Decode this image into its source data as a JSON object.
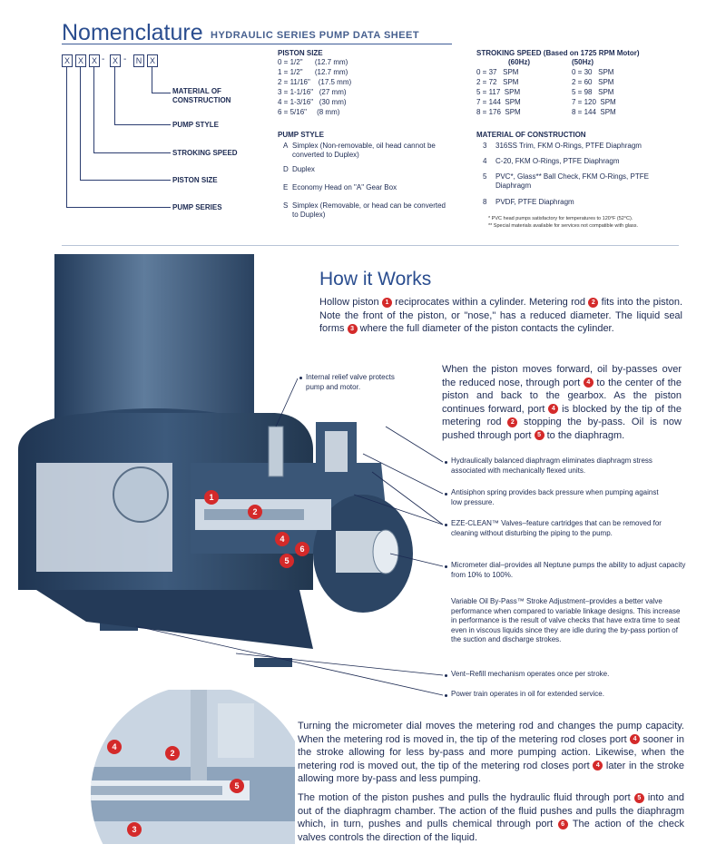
{
  "header": {
    "title": "Nomenclature",
    "subtitle": "HYDRAULIC SERIES PUMP DATA SHEET"
  },
  "nomenclature": {
    "boxes": [
      "X",
      "X",
      "X",
      "X",
      "N",
      "X"
    ],
    "labels": [
      "MATERIAL OF CONSTRUCTION",
      "PUMP STYLE",
      "STROKING SPEED",
      "PISTON SIZE",
      "PUMP SERIES"
    ]
  },
  "piston_size": {
    "heading": "PISTON SIZE",
    "rows": [
      "0 = 1/2\"      (12.7 mm)",
      "1 = 1/2\"      (12.7 mm)",
      "2 = 11/16\"    (17.5 mm)",
      "3 = 1-1/16\"   (27 mm)",
      "4 = 1-3/16\"   (30 mm)",
      "6 = 5/16\"     (8 mm)"
    ]
  },
  "pump_style": {
    "heading": "PUMP STYLE",
    "rows": [
      {
        "code": "A",
        "text": "Simplex (Non-removable, oil head cannot be converted to Duplex)"
      },
      {
        "code": "D",
        "text": "Duplex"
      },
      {
        "code": "E",
        "text": "Economy Head on \"A\" Gear Box"
      },
      {
        "code": "S",
        "text": "Simplex (Removable, or head can be converted to Duplex)"
      }
    ]
  },
  "stroking_speed": {
    "heading": "STROKING SPEED (Based on 1725 RPM Motor)",
    "col60": "(60Hz)",
    "col50": "(50Hz)",
    "rows60": [
      "0 = 37   SPM",
      "2 = 72   SPM",
      "5 = 117  SPM",
      "7 = 144  SPM",
      "8 = 176  SPM"
    ],
    "rows50": [
      "0 = 30   SPM",
      "2 = 60   SPM",
      "5 = 98   SPM",
      "7 = 120  SPM",
      "8 = 144  SPM"
    ]
  },
  "material": {
    "heading": "MATERIAL OF CONSTRUCTION",
    "rows": [
      {
        "code": "3",
        "text": "316SS Trim, FKM O-Rings, PTFE Diaphragm"
      },
      {
        "code": "4",
        "text": "C-20, FKM O-Rings, PTFE Diaphragm"
      },
      {
        "code": "5",
        "text": "PVC*, Glass** Ball Check, FKM O-Rings, PTFE Diaphragm"
      },
      {
        "code": "8",
        "text": "PVDF, PTFE Diaphragm"
      }
    ],
    "note1": "*   PVC head pumps satisfactory for temperatures to 120°F (52°C).",
    "note2": "**  Special materials available for services not compatible with glass."
  },
  "how_it_works": {
    "title": "How it Works",
    "p1a": "Hollow piston",
    "p1b": "reciprocates within a cylinder. Metering rod",
    "p1c": "fits into the piston. Note the front of the piston, or \"nose,\" has a reduced diameter. The liquid seal forms",
    "p1d": "where the full diameter of the piston contacts the cylinder.",
    "p2a": "When the piston moves forward, oil by-passes over the reduced nose, through port",
    "p2b": "to the center of the piston and back to the gearbox. As the piston continues forward, port",
    "p2c": "is blocked by the tip of the metering rod",
    "p2d": "stopping the by-pass. Oil is now pushed through port",
    "p2e": "to the diaphragm.",
    "p3a": "Turning the micrometer dial moves the metering rod and changes the pump capacity. When the metering rod is moved in, the tip of the metering rod closes port",
    "p3b": "sooner in the stroke allowing for less by-pass and more pumping action. Likewise, when the metering rod is moved out, the tip of the metering rod closes port",
    "p3c": "later in the stroke allowing more by-pass and less pumping.",
    "p4a": "The motion of the piston pushes and pulls the hydraulic fluid through port",
    "p4b": "into and out of the diaphragm chamber. The action of the fluid pushes and pulls the diaphragm which, in turn, pushes and pulls chemical through port",
    "p4c": "The action of the check valves controls the direction of the liquid."
  },
  "callouts": {
    "relief": "Internal relief valve protects pump and motor.",
    "diaphragm": "Hydraulically balanced diaphragm eliminates diaphragm stress associated with mechanically flexed units.",
    "antisiphon": "Antisiphon spring provides back pressure when pumping against low pressure.",
    "ezeclean": "EZE-CLEAN™ Valves–feature cartridges that can be removed for cleaning without disturbing the piping to the pump.",
    "micrometer": "Micrometer dial–provides all Neptune pumps the ability to adjust capacity from 10% to 100%.",
    "variable": "Variable Oil By-Pass™ Stroke Adjustment–provides a better valve performance when compared to variable linkage designs. This increase in performance is the result of valve checks that have extra time to seat even in viscous liquids since they are idle during the by-pass portion of the suction and discharge strokes.",
    "vent": "Vent–Refill mechanism operates once per stroke.",
    "power": "Power train operates in oil for extended service."
  },
  "markers": {
    "m1": "1",
    "m2": "2",
    "m3": "3",
    "m4": "4",
    "m5": "5",
    "m6": "6"
  }
}
